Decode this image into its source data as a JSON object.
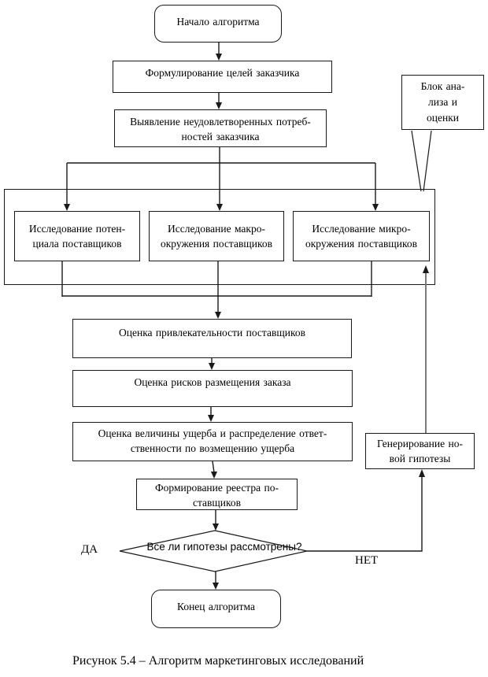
{
  "title": "Алгоритм маркетинговых исследований (блок-схема)",
  "caption": "Рисунок 5.4 –  Алгоритм маркетинговых исследований",
  "colors": {
    "background": "#ffffff",
    "line": "#1a1a1a",
    "feedback_line_gray": "#7a7a7a",
    "text": "#000000"
  },
  "nodes": {
    "start": {
      "shape": "rounded",
      "lines": [
        "Начало алгоритма"
      ]
    },
    "formulate_goals": {
      "shape": "rect",
      "lines": [
        "Формулирование целей заказчика"
      ]
    },
    "identify_needs": {
      "shape": "rect",
      "lines": [
        "Выявление неудовлетворенных потреб-",
        "ностей заказчика"
      ]
    },
    "analysis_callout": {
      "shape": "callout",
      "lines": [
        "Блок ана-",
        "лиза и",
        "оценки"
      ]
    },
    "research_potential": {
      "shape": "rect",
      "lines": [
        "Исследование потен-",
        "циала поставщиков"
      ]
    },
    "research_macro": {
      "shape": "rect",
      "lines": [
        "Исследование макро-",
        "окружения поставщиков"
      ]
    },
    "research_micro": {
      "shape": "rect",
      "lines": [
        "Исследование микро-",
        "окружения поставщиков"
      ]
    },
    "assess_attractiveness": {
      "shape": "rect",
      "lines": [
        "Оценка привлекательности поставщиков"
      ]
    },
    "assess_risks": {
      "shape": "rect",
      "lines": [
        "Оценка рисков размещения заказа"
      ]
    },
    "assess_damage": {
      "shape": "rect",
      "lines": [
        "Оценка величины ущерба и распределение ответ-",
        "ственности по возмещению ущерба"
      ]
    },
    "form_registry": {
      "shape": "rect",
      "lines": [
        "Формирование реестра по-",
        "ставщиков"
      ]
    },
    "decision": {
      "shape": "diamond",
      "lines": [
        "Все ли гипотезы рассмотрены?"
      ]
    },
    "generate_hypothesis": {
      "shape": "rect",
      "lines": [
        "Генерирование но-",
        "вой гипотезы"
      ]
    },
    "end": {
      "shape": "rounded",
      "lines": [
        "Конец алгоритма"
      ]
    }
  },
  "edge_labels": {
    "yes": "ДА",
    "no": "НЕТ"
  },
  "edges": [
    {
      "from": "start",
      "to": "formulate_goals"
    },
    {
      "from": "formulate_goals",
      "to": "identify_needs"
    },
    {
      "from": "identify_needs",
      "to": "research_potential"
    },
    {
      "from": "identify_needs",
      "to": "research_macro"
    },
    {
      "from": "identify_needs",
      "to": "research_micro"
    },
    {
      "from": "research_potential",
      "to": "assess_attractiveness"
    },
    {
      "from": "research_macro",
      "to": "assess_attractiveness"
    },
    {
      "from": "research_micro",
      "to": "assess_attractiveness"
    },
    {
      "from": "assess_attractiveness",
      "to": "assess_risks"
    },
    {
      "from": "assess_risks",
      "to": "assess_damage"
    },
    {
      "from": "assess_damage",
      "to": "form_registry"
    },
    {
      "from": "form_registry",
      "to": "decision"
    },
    {
      "from": "decision",
      "to": "end",
      "label": "ДА"
    },
    {
      "from": "decision",
      "to": "generate_hypothesis",
      "label": "НЕТ"
    },
    {
      "from": "generate_hypothesis",
      "to": "analysis_block"
    },
    {
      "from": "analysis_callout",
      "to": "analysis_block"
    }
  ]
}
